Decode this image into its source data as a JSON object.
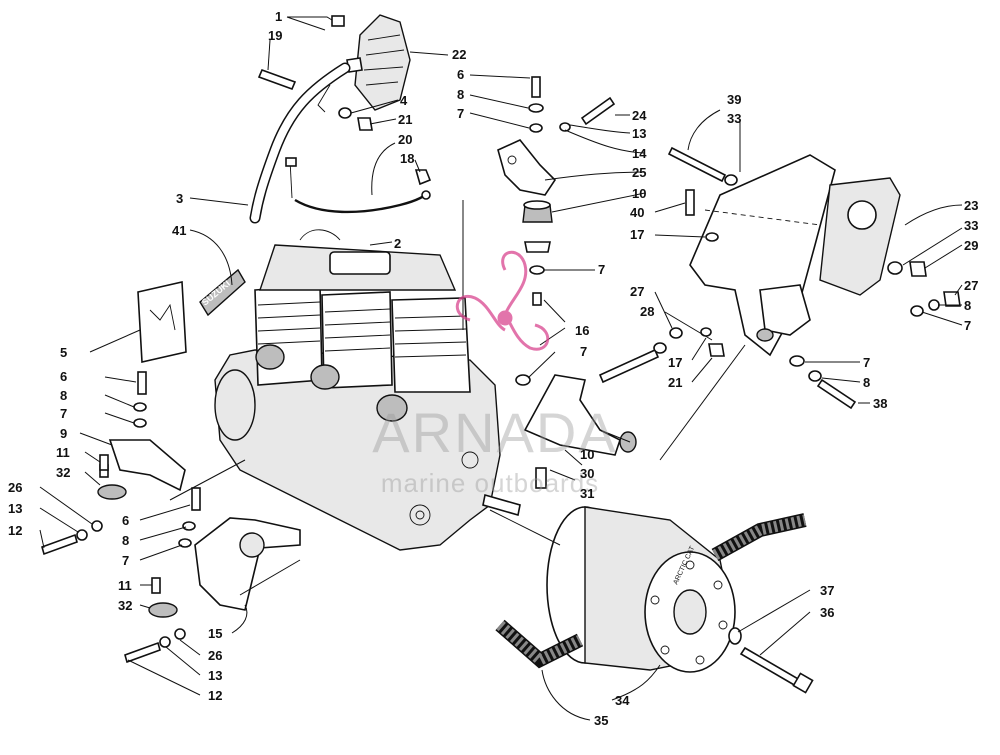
{
  "watermark": {
    "brand": "ARNADA",
    "tagline": "marine outboards",
    "logo_color": "#d9468f"
  },
  "decal_text": "SUZUKI",
  "belt_text": "ARCTIC CAT",
  "callouts": [
    {
      "id": "c1",
      "label": "1"
    },
    {
      "id": "c19",
      "label": "19"
    },
    {
      "id": "c22",
      "label": "22"
    },
    {
      "id": "c4",
      "label": "4"
    },
    {
      "id": "c21a",
      "label": "21"
    },
    {
      "id": "c20",
      "label": "20"
    },
    {
      "id": "c18",
      "label": "18"
    },
    {
      "id": "c3",
      "label": "3"
    },
    {
      "id": "c41",
      "label": "41"
    },
    {
      "id": "c2",
      "label": "2"
    },
    {
      "id": "c6a",
      "label": "6"
    },
    {
      "id": "c8a",
      "label": "8"
    },
    {
      "id": "c7a",
      "label": "7"
    },
    {
      "id": "c24",
      "label": "24"
    },
    {
      "id": "c13a",
      "label": "13"
    },
    {
      "id": "c14",
      "label": "14"
    },
    {
      "id": "c25",
      "label": "25"
    },
    {
      "id": "c10a",
      "label": "10"
    },
    {
      "id": "c39",
      "label": "39"
    },
    {
      "id": "c33a",
      "label": "33"
    },
    {
      "id": "c40",
      "label": "40"
    },
    {
      "id": "c17a",
      "label": "17"
    },
    {
      "id": "c23",
      "label": "23"
    },
    {
      "id": "c33b",
      "label": "33"
    },
    {
      "id": "c29",
      "label": "29"
    },
    {
      "id": "c7b",
      "label": "7"
    },
    {
      "id": "c27a",
      "label": "27"
    },
    {
      "id": "c27b",
      "label": "27"
    },
    {
      "id": "c8b",
      "label": "8"
    },
    {
      "id": "c7c",
      "label": "7"
    },
    {
      "id": "c28",
      "label": "28"
    },
    {
      "id": "c16",
      "label": "16"
    },
    {
      "id": "c17b",
      "label": "17"
    },
    {
      "id": "c21b",
      "label": "21"
    },
    {
      "id": "c7d",
      "label": "7"
    },
    {
      "id": "c7e",
      "label": "7"
    },
    {
      "id": "c8c",
      "label": "8"
    },
    {
      "id": "c38",
      "label": "38"
    },
    {
      "id": "c5",
      "label": "5"
    },
    {
      "id": "c6b",
      "label": "6"
    },
    {
      "id": "c8d",
      "label": "8"
    },
    {
      "id": "c7f",
      "label": "7"
    },
    {
      "id": "c9",
      "label": "9"
    },
    {
      "id": "c11a",
      "label": "11"
    },
    {
      "id": "c32a",
      "label": "32"
    },
    {
      "id": "c26a",
      "label": "26"
    },
    {
      "id": "c13b",
      "label": "13"
    },
    {
      "id": "c12a",
      "label": "12"
    },
    {
      "id": "c10b",
      "label": "10"
    },
    {
      "id": "c30",
      "label": "30"
    },
    {
      "id": "c31",
      "label": "31"
    },
    {
      "id": "c6c",
      "label": "6"
    },
    {
      "id": "c8e",
      "label": "8"
    },
    {
      "id": "c7g",
      "label": "7"
    },
    {
      "id": "c11b",
      "label": "11"
    },
    {
      "id": "c32b",
      "label": "32"
    },
    {
      "id": "c15",
      "label": "15"
    },
    {
      "id": "c26b",
      "label": "26"
    },
    {
      "id": "c13c",
      "label": "13"
    },
    {
      "id": "c12b",
      "label": "12"
    },
    {
      "id": "c37",
      "label": "37"
    },
    {
      "id": "c36",
      "label": "36"
    },
    {
      "id": "c34",
      "label": "34"
    },
    {
      "id": "c35",
      "label": "35"
    }
  ]
}
